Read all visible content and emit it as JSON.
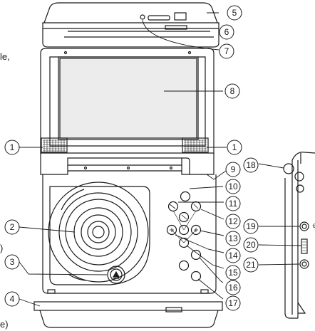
{
  "left_edge_text": [
    "le,",
    ")",
    "e)"
  ],
  "callouts": [
    "5",
    "6",
    "7",
    "8",
    "1",
    "1",
    "9",
    "10",
    "11",
    "12",
    "13",
    "14",
    "15",
    "16",
    "17",
    "2",
    "3",
    "4",
    "18",
    "19",
    "20",
    "21"
  ],
  "colors": {
    "line": "#1a1a1a",
    "screen_fill": "#ececec",
    "body_fill": "#ffffff"
  }
}
